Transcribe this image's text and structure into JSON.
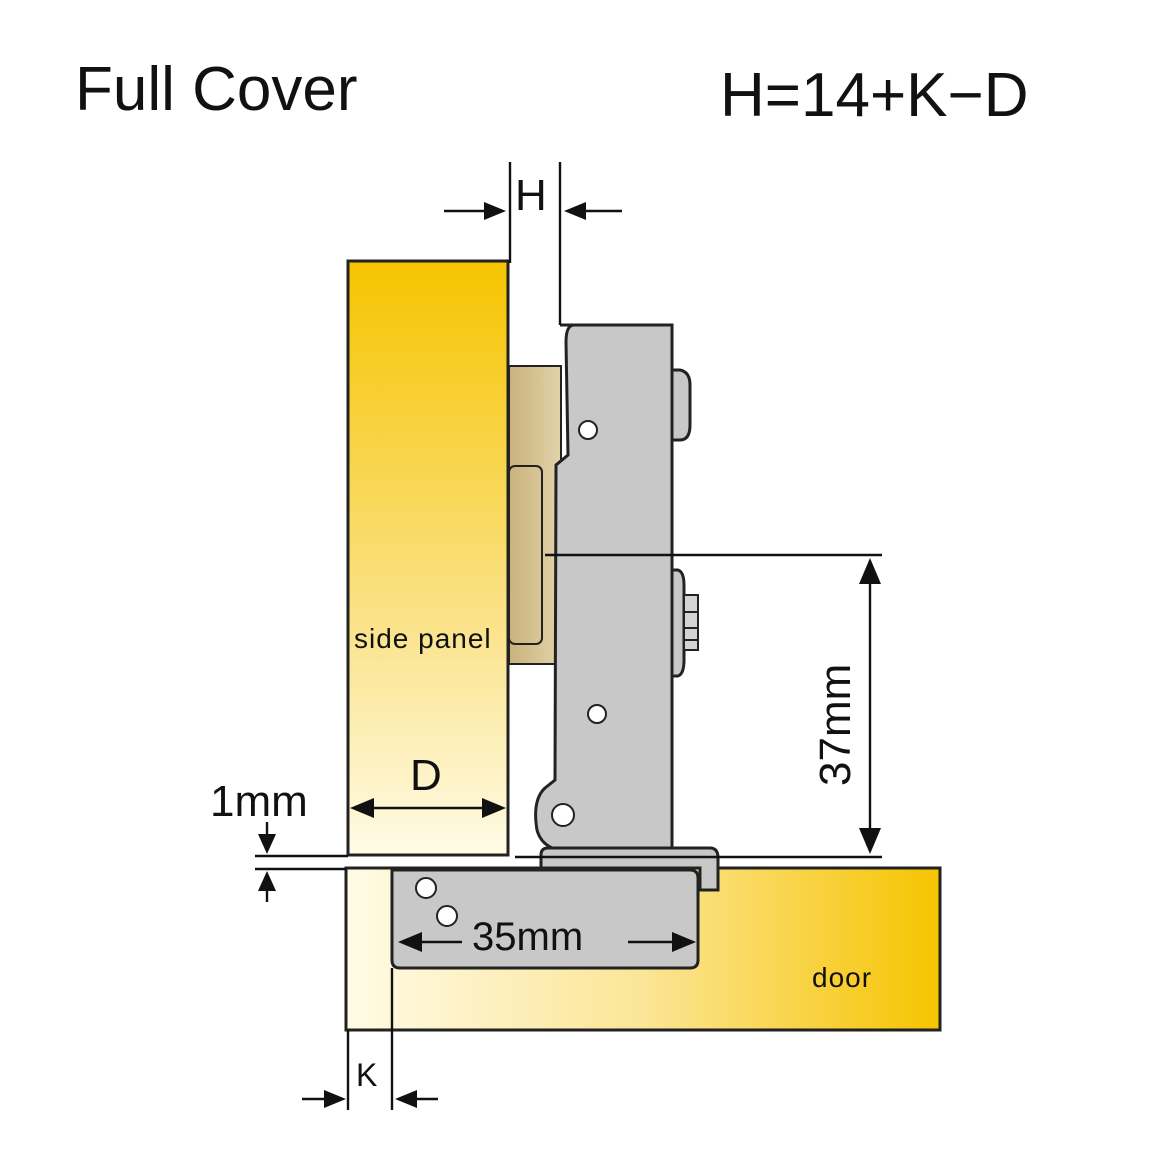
{
  "header": {
    "title": "Full Cover",
    "formula": "H=14+K−D"
  },
  "labels": {
    "H": "H",
    "side_panel": "side panel",
    "D": "D",
    "one_mm": "1mm",
    "thirty_seven_mm": "37mm",
    "thirty_five_mm": "35mm",
    "door": "door",
    "K": "K"
  },
  "colors": {
    "wood_dark": "#f6c400",
    "wood_light": "#fffbe6",
    "hinge_gray": "#c8c8c8",
    "mount_plate": "#d6c49a",
    "line": "#111111"
  }
}
